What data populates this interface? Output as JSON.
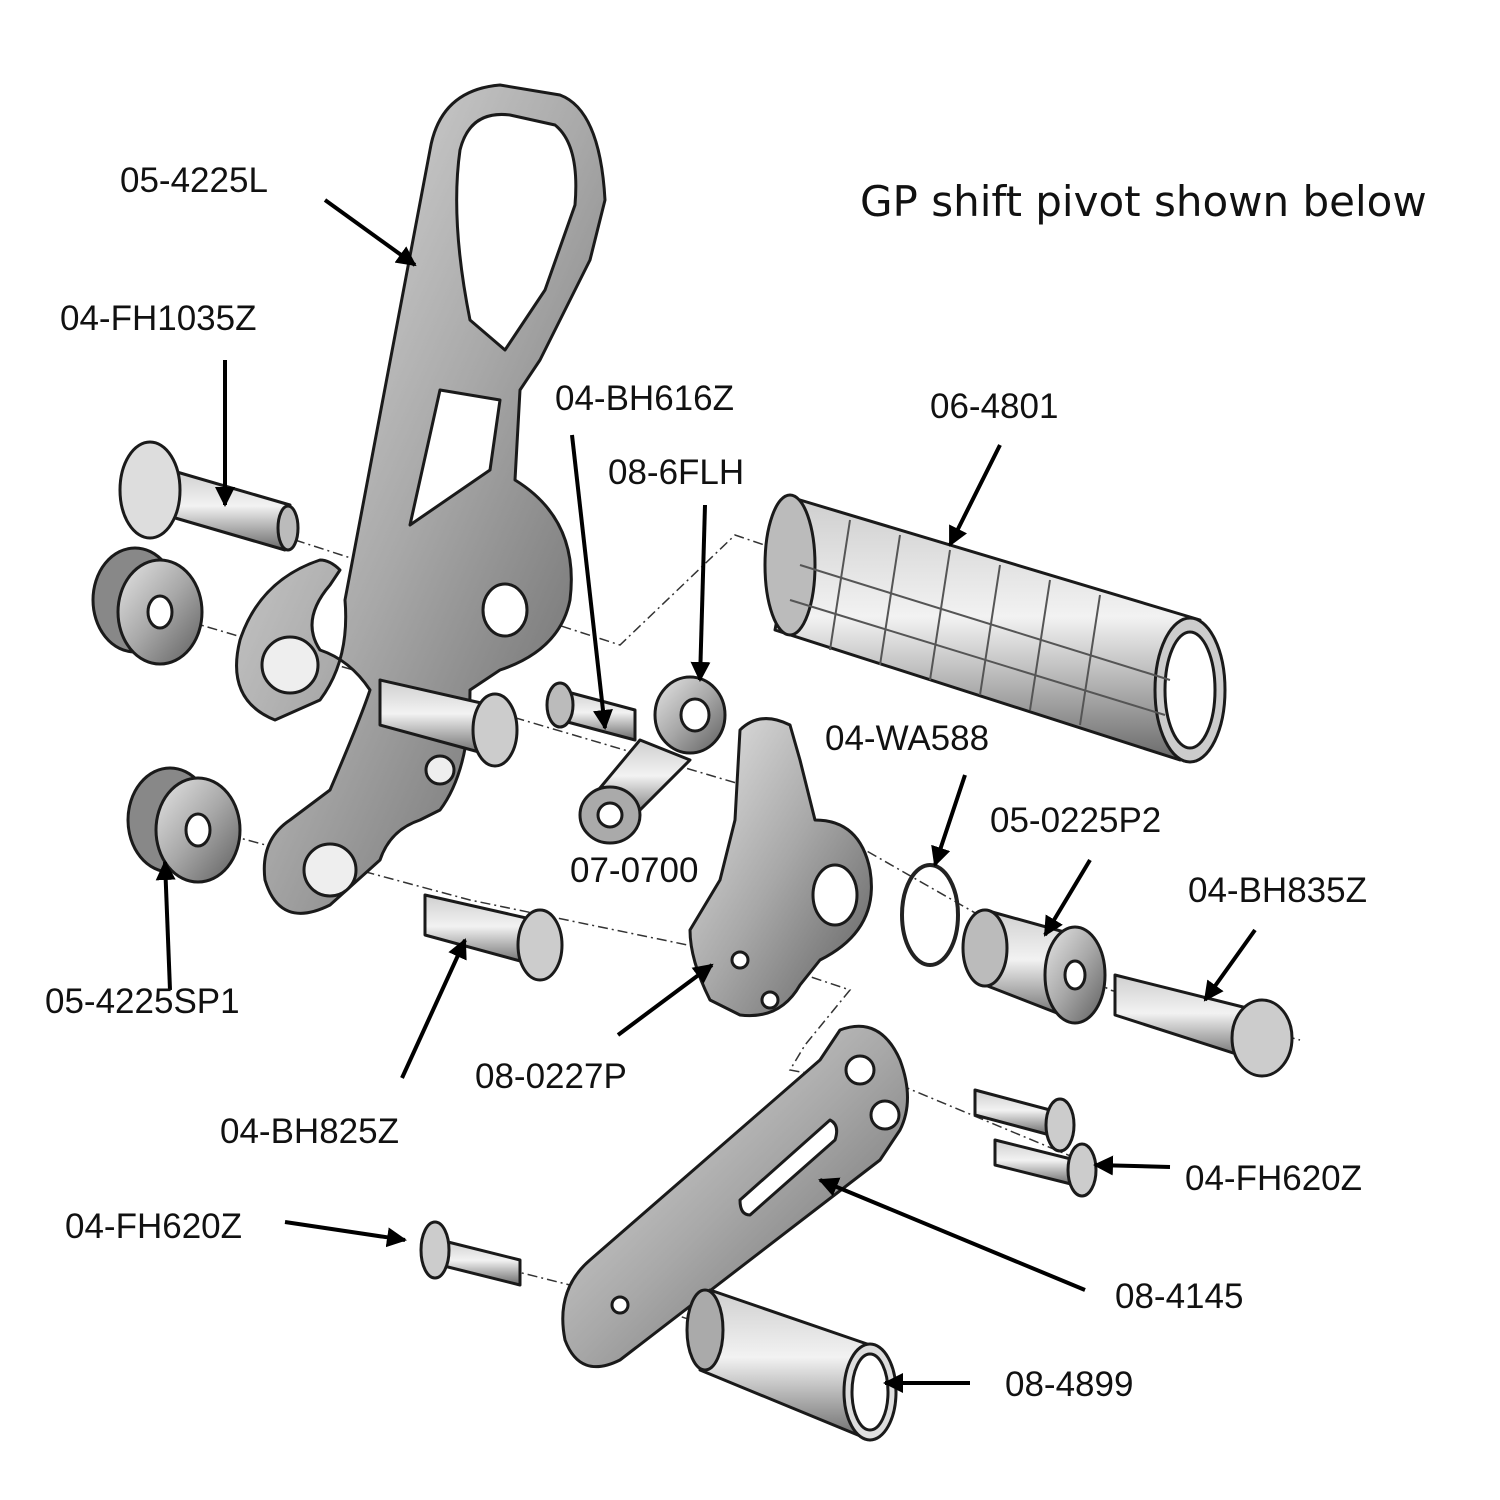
{
  "title": "GP shift pivot shown below",
  "labels": {
    "bracket": "05-4225L",
    "bolt_fh1035": "04-FH1035Z",
    "bolt_bh616": "04-BH616Z",
    "grip": "06-4801",
    "rod_end": "08-6FLH",
    "wave_washer": "04-WA588",
    "bushing_p2": "05-0225P2",
    "linkage": "07-0700",
    "bolt_bh835": "04-BH835Z",
    "spacer": "05-4225SP1",
    "pivot": "08-0227P",
    "bolt_bh825": "04-BH825Z",
    "bolt_fh620_right": "04-FH620Z",
    "bolt_fh620_left": "04-FH620Z",
    "lever": "08-4145",
    "peg_sleeve": "08-4899"
  },
  "colors": {
    "part_light": "#d9d9d9",
    "part_mid": "#9e9e9e",
    "part_dark": "#5a5a5a",
    "line": "#000000"
  }
}
